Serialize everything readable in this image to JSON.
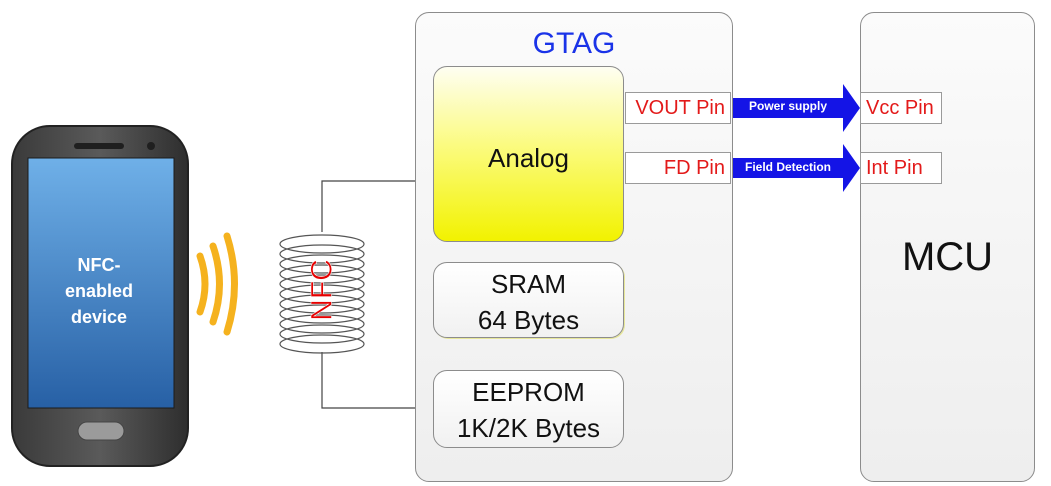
{
  "phone": {
    "label_lines": [
      "NFC-",
      "enabled",
      "device"
    ]
  },
  "antenna": {
    "label": "NFC"
  },
  "gtag": {
    "title": "GTAG",
    "blocks": {
      "analog": "Analog",
      "sram": [
        "SRAM",
        "64 Bytes"
      ],
      "eeprom": [
        "EEPROM",
        "1K/2K Bytes"
      ]
    },
    "pins": {
      "vout": "VOUT Pin",
      "fd": "FD Pin"
    }
  },
  "mcu": {
    "title": "MCU",
    "pins": {
      "vcc": "Vcc Pin",
      "int": "Int Pin"
    }
  },
  "arrows": {
    "power": "Power supply",
    "field": "Field Detection"
  },
  "colors": {
    "gtag_title": "#1a33e8",
    "pin_text": "#e31a1a",
    "arrow": "#1414e6",
    "analog_fill": "#f2f200",
    "waves": "#f5b21e",
    "nfc_text": "#e60000",
    "phone_screen": "#2e6fb0"
  },
  "icons": {
    "phone": "smartphone-icon",
    "waves": "nfc-waves-icon",
    "coil": "antenna-coil-icon"
  }
}
